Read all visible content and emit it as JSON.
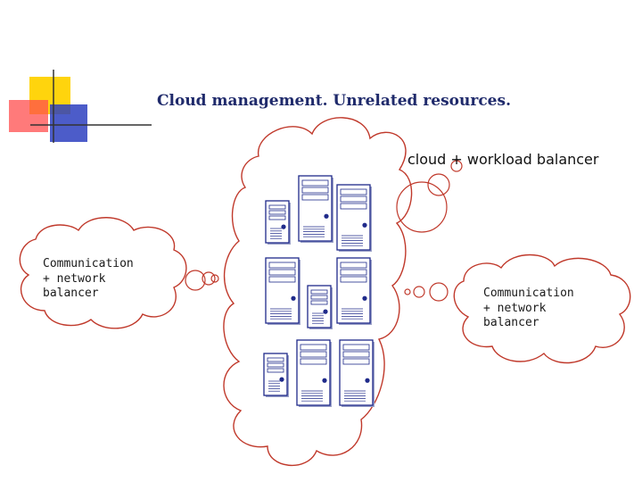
{
  "title": "Cloud management. Unrelated resources.",
  "cloud_label": "cloud + workload balancer",
  "left_balancer_label": "Communication\n+ network\nbalancer",
  "right_balancer_label": "Communication\n+ network\nbalancer",
  "colors": {
    "cloud_outline": "#c0392b",
    "server_outline": "#1f2a8a",
    "title": "#1f2a6b",
    "deco_yellow": "#ffd200",
    "deco_red": "#ff3b3b",
    "deco_blue": "#2d3fbf"
  },
  "servers": [
    {
      "kind": "small"
    },
    {
      "kind": "large"
    },
    {
      "kind": "large"
    },
    {
      "kind": "large"
    },
    {
      "kind": "small"
    },
    {
      "kind": "large"
    },
    {
      "kind": "small"
    },
    {
      "kind": "large"
    },
    {
      "kind": "large"
    }
  ]
}
